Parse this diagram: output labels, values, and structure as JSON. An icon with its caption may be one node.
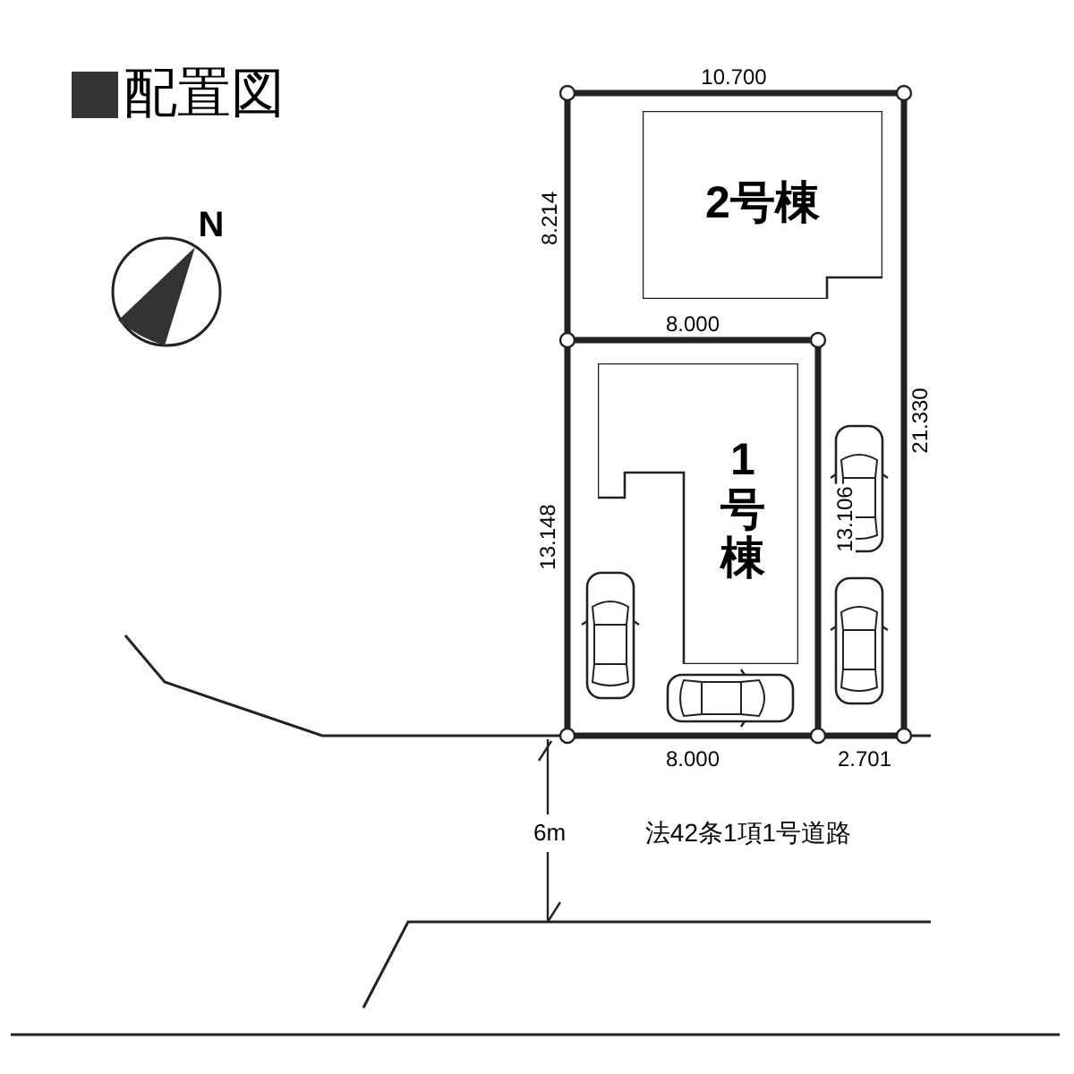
{
  "diagram": {
    "title": "配置図",
    "nodes": [
      {
        "text": [
          "2号棟"
        ]
      },
      {
        "text": [
          "1号棟"
        ]
      }
    ],
    "labels": [
      "N",
      "10.700",
      "8.214",
      "8.000",
      "21.330",
      "13.148",
      "13.106",
      "8.000",
      "2.701",
      "6m",
      "法42条1項1号道路"
    ]
  }
}
